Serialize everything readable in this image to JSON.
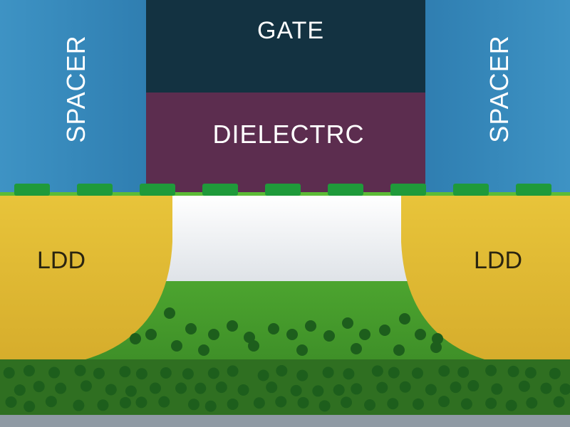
{
  "diagram": {
    "gate_label": "GATE",
    "dielectric_label": "DIELECTRC",
    "spacer_left_label": "SPACER",
    "spacer_right_label": "SPACER",
    "ldd_left_label": "LDD",
    "ldd_right_label": "LDD"
  },
  "colors": {
    "spacer": "#3a8cbd",
    "gate": "#133241",
    "dielectric": "#5c2d4f",
    "ldd": "#e1bd35",
    "channel": "#eef0f2",
    "substrate_light": "#6cc43a",
    "substrate_dark": "#2e6b1e",
    "interface_pad": "#1f9a3a",
    "dopant": "#1d5e1c"
  }
}
